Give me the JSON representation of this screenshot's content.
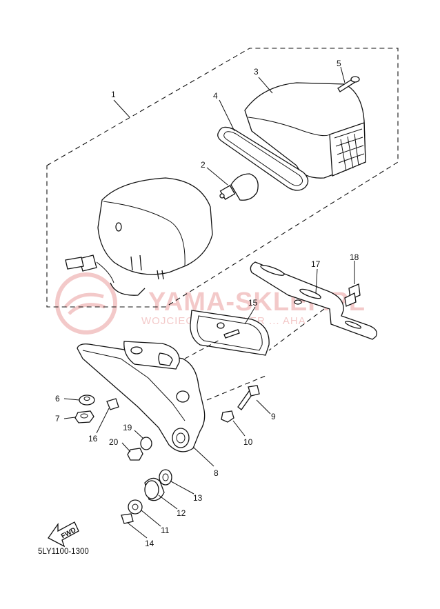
{
  "diagram": {
    "code": "5LY1100-1300",
    "fwd_label": "FWD",
    "watermark": {
      "main": "YAMA-SKLEP.PL",
      "sub": "WOJCIECH ... DEALER ... AHA"
    },
    "parts": [
      {
        "num": "1"
      },
      {
        "num": "2"
      },
      {
        "num": "3"
      },
      {
        "num": "4"
      },
      {
        "num": "5"
      },
      {
        "num": "6"
      },
      {
        "num": "7"
      },
      {
        "num": "8"
      },
      {
        "num": "9"
      },
      {
        "num": "10"
      },
      {
        "num": "11"
      },
      {
        "num": "12"
      },
      {
        "num": "13"
      },
      {
        "num": "14"
      },
      {
        "num": "15"
      },
      {
        "num": "16"
      },
      {
        "num": "17"
      },
      {
        "num": "18"
      },
      {
        "num": "19"
      },
      {
        "num": "20"
      }
    ],
    "colors": {
      "line": "#111111",
      "watermark": "#f3c9c9",
      "background": "#ffffff"
    }
  }
}
